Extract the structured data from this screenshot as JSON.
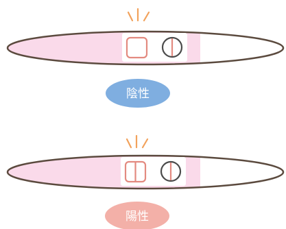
{
  "tests": [
    {
      "result_label": "陰性",
      "badge_color": "#7faee0",
      "result_window_lines": 0,
      "control_window_lines": 1
    },
    {
      "result_label": "陽性",
      "badge_color": "#f3b0a8",
      "result_window_lines": 1,
      "control_window_lines": 1
    }
  ],
  "colors": {
    "body_fill": "#fadaea",
    "outline": "#5b4a3e",
    "window_line": "#e38a80",
    "control_circle": "#4b4b4b",
    "sparkle": "#f2a25c"
  }
}
